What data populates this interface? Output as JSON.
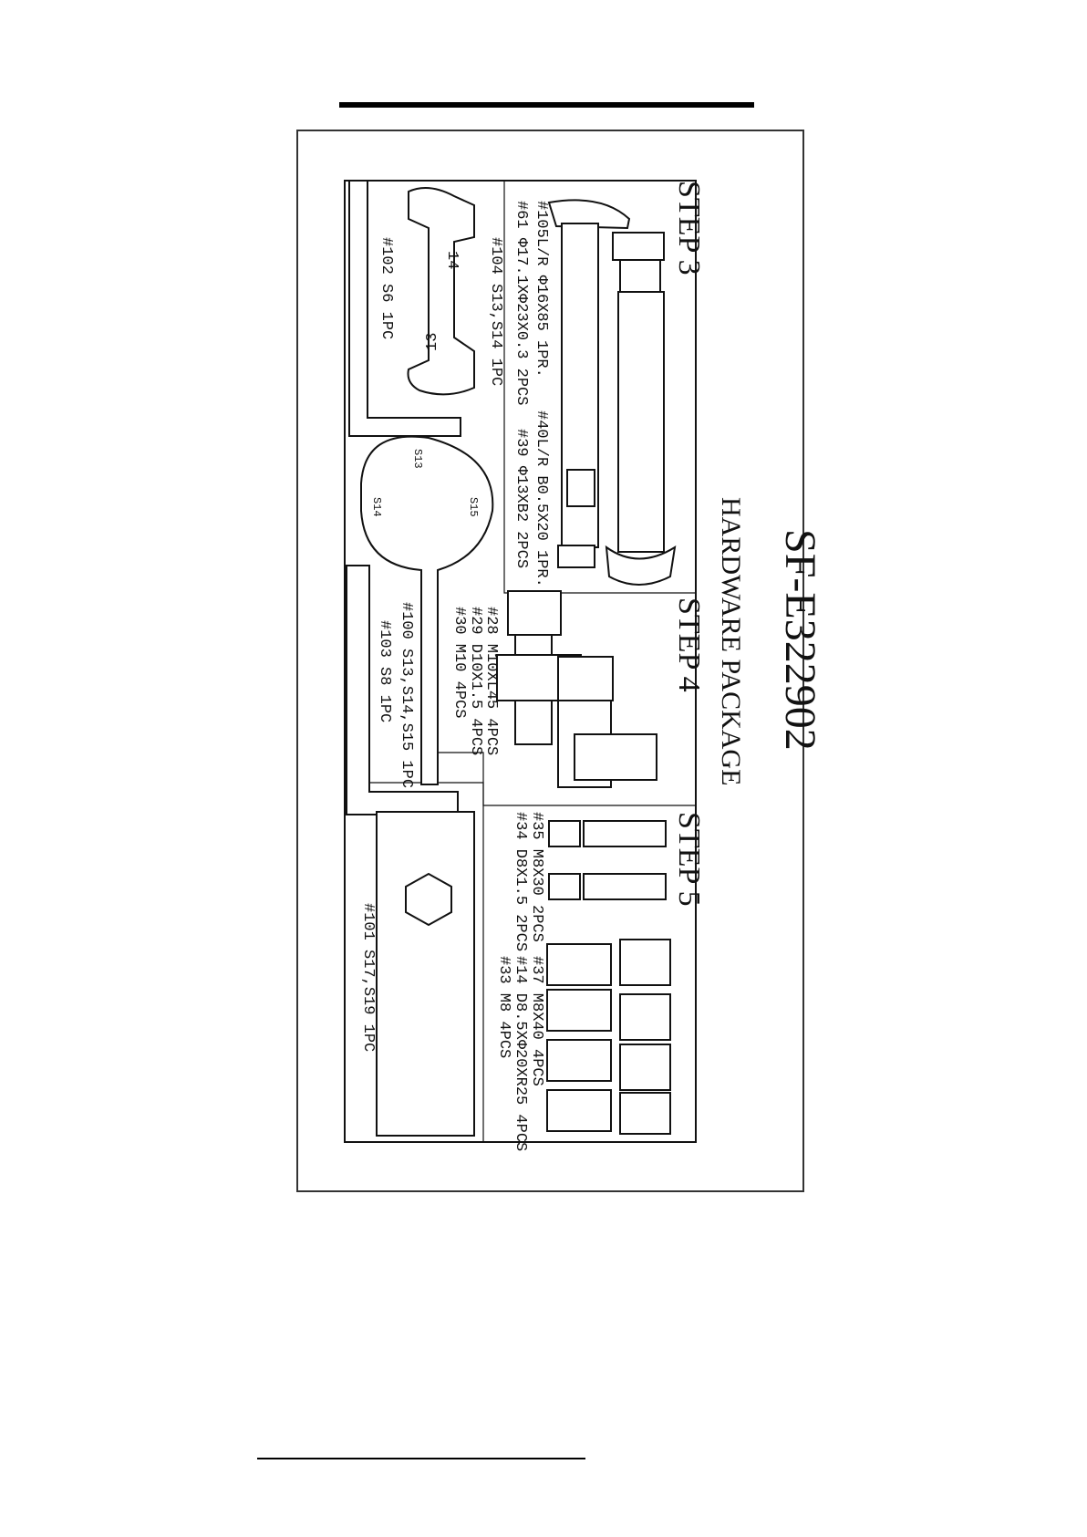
{
  "document": {
    "title": "SF-E322902",
    "subtitle": "HARDWARE  PACKAGE"
  },
  "steps": {
    "step3": {
      "heading": "STEP 3",
      "line1": "#105L/R Φ16X85 1PR.",
      "line1b": "#40L/R B0.5X20  1PR.",
      "line2": "#61 Φ17.1XΦ23X0.3 2PCS",
      "line2b": "#39 Φ13XB2  2PCS"
    },
    "step4": {
      "heading": "STEP 4",
      "line1": "#28 M10XL45 4PCS",
      "line2": "#29 D10X1.5 4PCS",
      "line3": "#30 M10  4PCS"
    },
    "step5": {
      "heading": "STEP 5",
      "line1": "#35 M8X30 2PCS",
      "line2": "#34 D8X1.5 2PCS",
      "line3": "#37 M8X40 4PCS",
      "line4": "#14 D8.5XΦ20XR25 4PCS",
      "line5": "#33 M8  4PCS"
    }
  },
  "tools": {
    "t104": "#104 S13,S14 1PC",
    "t104_size_a": "14",
    "t104_size_b": "13",
    "t102": "#102 S6 1PC",
    "t100": "#100 S13,S14,S15 1PC",
    "t100_s13": "S13",
    "t100_s14": "S14",
    "t100_s15": "S15",
    "t103": "#103 S8 1PC",
    "t101": "#101 S17,S19 1PC"
  }
}
